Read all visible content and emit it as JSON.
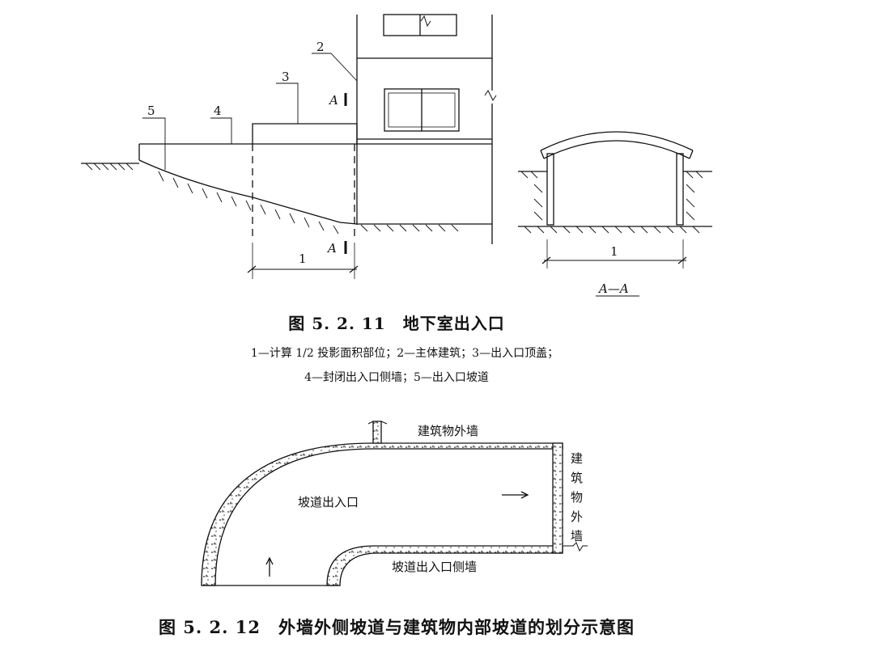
{
  "fig1": {
    "title": "图 5. 2. 11　地下室出入口",
    "legend_line1": "1—计算 1/2 投影面积部位；2—主体建筑；3—出入口顶盖；",
    "legend_line2": "4—封闭出入口侧墙；5—出入口坡道",
    "callouts": [
      "1",
      "2",
      "3",
      "4",
      "5"
    ],
    "section_mark": "A",
    "section_label": "A—A",
    "dim_label": "1"
  },
  "fig2": {
    "title": "图 5. 2. 12　外墙外侧坡道与建筑物内部坡道的划分示意图",
    "wall_top_label": "建筑物外墙",
    "wall_right_label": [
      "建",
      "筑",
      "物",
      "外",
      "墙"
    ],
    "ramp_label": "坡道出入口",
    "side_wall_label": "坡道出入口侧墙"
  }
}
